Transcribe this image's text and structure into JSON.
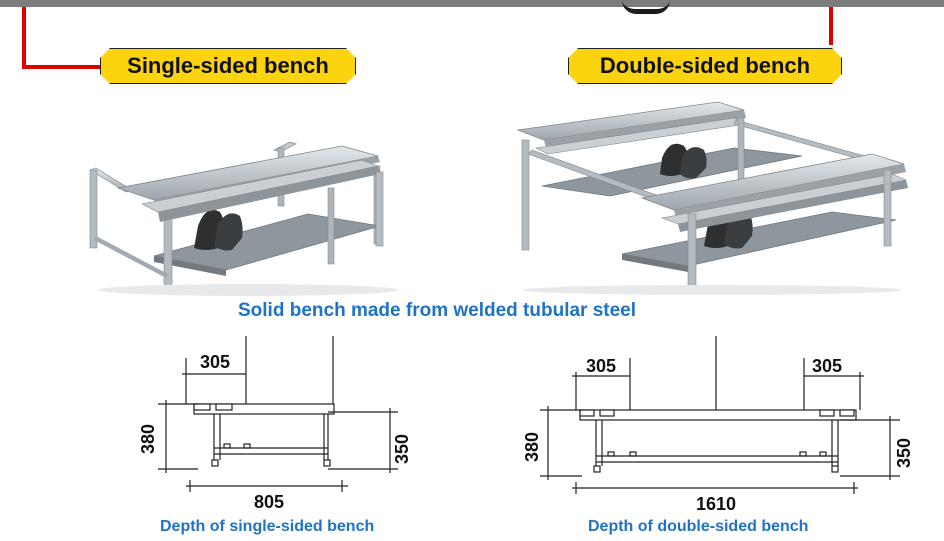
{
  "labels": {
    "single_badge": "Single-sided bench",
    "double_badge": "Double-sided bench",
    "main_caption": "Solid bench made from welded tubular steel",
    "single_depth_caption": "Depth of single-sided bench",
    "double_depth_caption": "Depth of double-sided bench"
  },
  "dimensions": {
    "single": {
      "seat": "305",
      "height": "380",
      "shelf_height": "350",
      "depth": "805"
    },
    "double": {
      "seat_left": "305",
      "seat_right": "305",
      "height": "380",
      "shelf_height": "350",
      "depth": "1610"
    }
  },
  "colors": {
    "badge": "#fbd30f",
    "connector": "#e00000",
    "caption": "#1e73c8",
    "steel": "#b9c0c6"
  }
}
